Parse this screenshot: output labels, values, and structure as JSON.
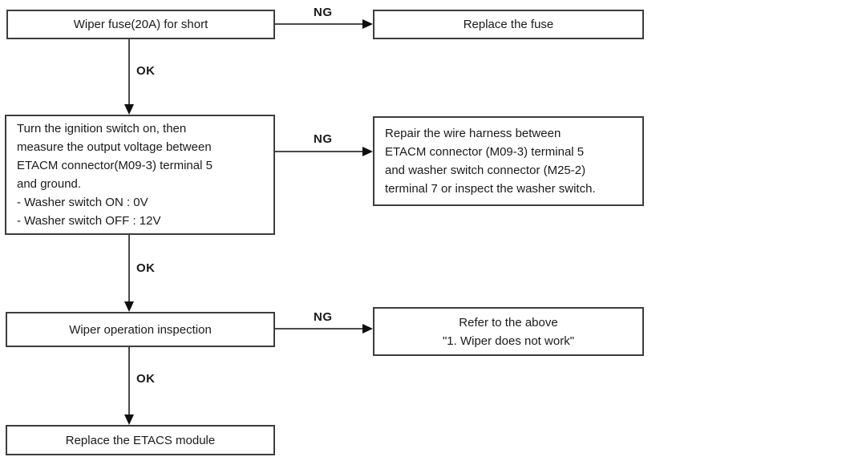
{
  "colors": {
    "background": "#ffffff",
    "border": "#3d3d3d",
    "line": "#4a4a4a",
    "arrow": "#0f0f0f",
    "text": "#1a1a1a"
  },
  "labels": {
    "ng": "NG",
    "ok": "OK"
  },
  "nodes": {
    "check_fuse": {
      "text": "Wiper fuse(20A) for short"
    },
    "replace_fuse": {
      "text": "Replace the fuse"
    },
    "measure_voltage": {
      "text": "Turn the ignition switch on, then\nmeasure the output voltage between\nETACM connector(M09-3) terminal 5\nand ground.\n- Washer switch ON : 0V\n- Washer switch OFF : 12V"
    },
    "repair_harness": {
      "text": "Repair the wire harness between\nETACM connector (M09-3) terminal 5\nand washer switch connector (M25-2)\nterminal 7 or inspect the washer switch."
    },
    "wiper_inspection": {
      "text": "Wiper operation inspection"
    },
    "refer_above": {
      "text": "Refer to the above\n\"1. Wiper does not work\""
    },
    "replace_etacs": {
      "text": "Replace the ETACS module"
    }
  }
}
